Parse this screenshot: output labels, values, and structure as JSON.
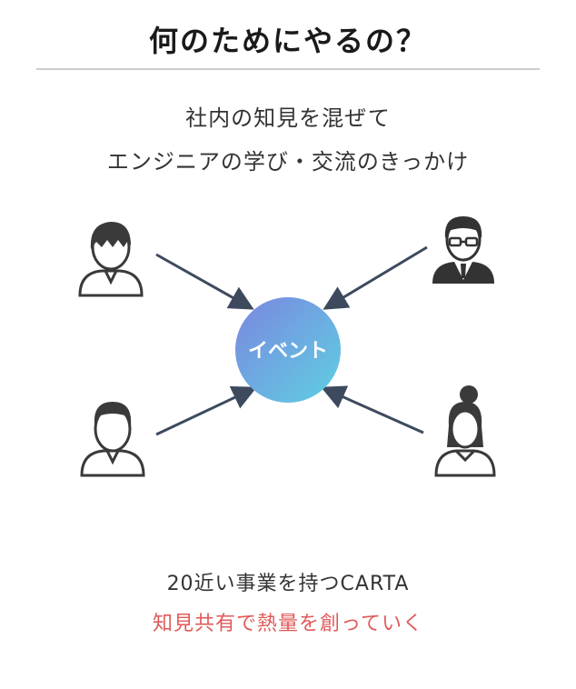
{
  "title": "何のためにやるの？",
  "subtitle": {
    "line1": "社内の知見を混ぜて",
    "line2": "エンジニアの学び・交流のきっかけ"
  },
  "diagram": {
    "center_label": "イベント",
    "center_gradient": [
      "#7b86e0",
      "#5ed0e2"
    ],
    "arrow_color": "#3d4a5e",
    "icons": [
      "person-icon",
      "businessman-glasses-icon",
      "person-icon",
      "woman-icon"
    ]
  },
  "footer": {
    "line1": "20近い事業を持つCARTA",
    "line2": "知見共有で熱量を創っていく",
    "accent_color": "#e05a5a"
  }
}
